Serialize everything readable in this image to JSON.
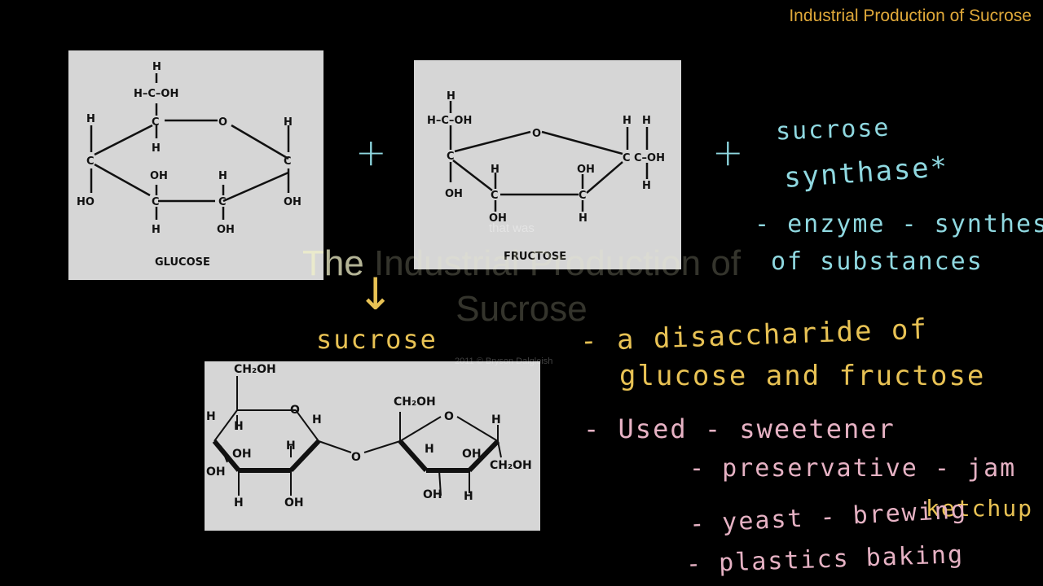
{
  "header": {
    "title": "Industrial Production of Sucrose"
  },
  "glucose": {
    "name": "GLUCOSE",
    "atoms": {
      "h": "H",
      "c": "C",
      "o": "O",
      "oh": "OH",
      "ho": "HO",
      "hcoh": "H–C–OH"
    }
  },
  "fructose": {
    "name": "FRUCTOSE",
    "atoms": {
      "h": "H",
      "c": "C",
      "o": "O",
      "oh": "OH",
      "hcoh": "H–C–OH",
      "coh": "C–OH"
    }
  },
  "sucrose_structure": {
    "atoms": {
      "ch2oh": "CH₂OH",
      "h": "H",
      "o": "O",
      "oh": "OH"
    }
  },
  "operators": {
    "plus": "+",
    "arrow": "↓"
  },
  "notes": {
    "line1": "sucrose",
    "line2": "synthase*",
    "line3": "- enzyme - synthesis",
    "line4": "of substances",
    "product": "sucrose",
    "desc1": "- a disaccharide of",
    "desc2": "glucose and fructose",
    "used1": "- Used -  sweetener",
    "used2": "- preservative - jam",
    "used2b": "ketchup",
    "used3": "- yeast - brewing",
    "used4": "- plastics  baking"
  },
  "overlay": {
    "subtitle_small": "that was",
    "title_first": "The",
    "title_rest": "Industrial Production of",
    "title_line2": "Sucrose",
    "copyright": "2011 © Bryson Dalgleish"
  },
  "colors": {
    "blue": "#8fd8e0",
    "yellow": "#e8c254",
    "pink": "#e6b2c4",
    "title": "#e0a93a"
  }
}
